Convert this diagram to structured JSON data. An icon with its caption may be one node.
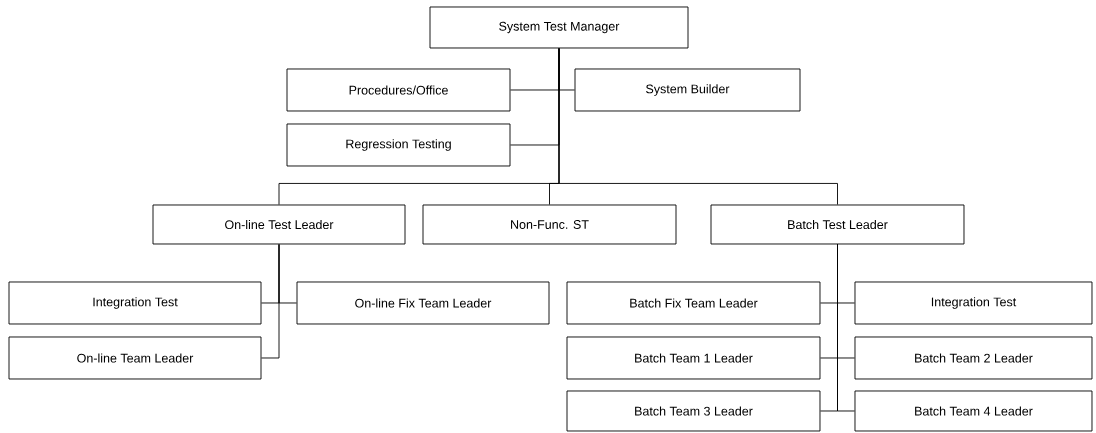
{
  "diagram": {
    "nodes": [
      {
        "text": [
          "System Test Manager"
        ]
      },
      {
        "text": [
          "Procedures/Office"
        ]
      },
      {
        "text": [
          "System Builder"
        ]
      },
      {
        "text": [
          "Regression Testing"
        ]
      },
      {
        "text": [
          "On-line Test Leader"
        ]
      },
      {
        "text": [
          "Non-Func. ST"
        ]
      },
      {
        "text": [
          "Batch Test Leader"
        ]
      },
      {
        "text": [
          "Integration Test"
        ]
      },
      {
        "text": [
          "On-line Fix Team Leader"
        ]
      },
      {
        "text": [
          "On-line Team Leader"
        ]
      },
      {
        "text": [
          "Batch Fix Team Leader"
        ]
      },
      {
        "text": [
          "Integration Test"
        ]
      },
      {
        "text": [
          "Batch Team 1 Leader"
        ]
      },
      {
        "text": [
          "Batch Team 2 Leader"
        ]
      },
      {
        "text": [
          "Batch Team 3 Leader"
        ]
      },
      {
        "text": [
          "Batch Team 4 Leader"
        ]
      }
    ],
    "edges": [
      {
        "from": 0,
        "to": 1,
        "arrow": "none"
      },
      {
        "from": 0,
        "to": 2,
        "arrow": "none"
      },
      {
        "from": 0,
        "to": 3,
        "arrow": "none"
      },
      {
        "from": 0,
        "to": 4,
        "arrow": "none"
      },
      {
        "from": 0,
        "to": 5,
        "arrow": "none"
      },
      {
        "from": 0,
        "to": 6,
        "arrow": "none"
      },
      {
        "from": 4,
        "to": 7,
        "arrow": "none"
      },
      {
        "from": 4,
        "to": 8,
        "arrow": "none"
      },
      {
        "from": 4,
        "to": 9,
        "arrow": "none"
      },
      {
        "from": 6,
        "to": 10,
        "arrow": "none"
      },
      {
        "from": 6,
        "to": 11,
        "arrow": "none"
      },
      {
        "from": 6,
        "to": 12,
        "arrow": "none"
      },
      {
        "from": 6,
        "to": 13,
        "arrow": "none"
      },
      {
        "from": 6,
        "to": 14,
        "arrow": "none"
      },
      {
        "from": 6,
        "to": 15,
        "arrow": "none"
      }
    ]
  }
}
